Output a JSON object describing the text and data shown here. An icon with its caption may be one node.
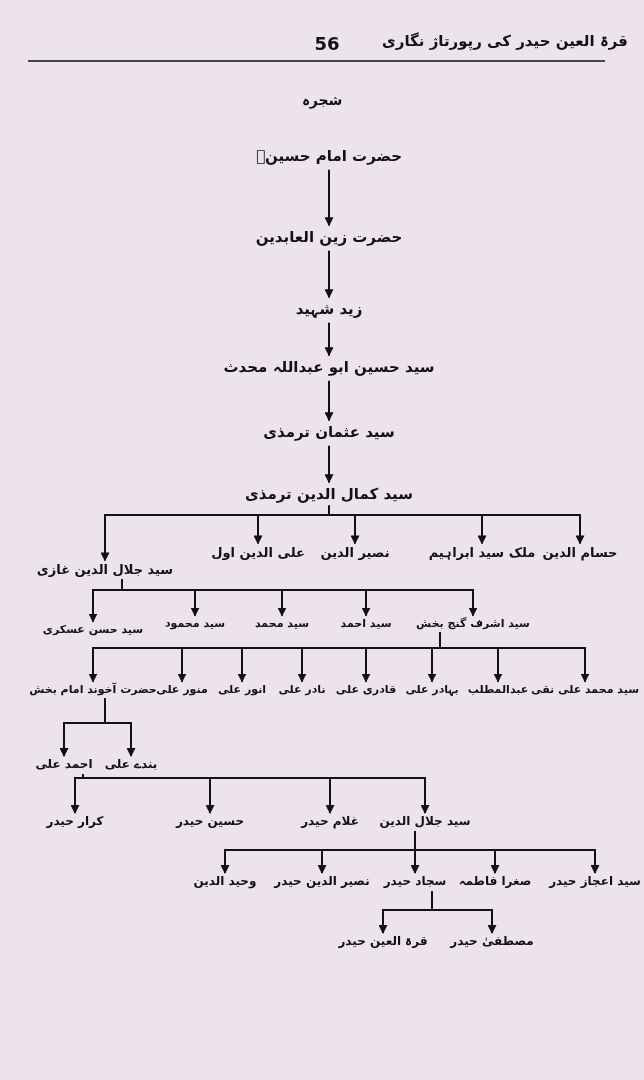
{
  "diagram": {
    "title": "شجرہ",
    "nodes": [
      {
        "text": [
          "حضرت امام حسینؓ"
        ]
      },
      {
        "text": [
          "حضرت زین العابدین"
        ]
      },
      {
        "text": [
          "زید شہید"
        ]
      },
      {
        "text": [
          "سید حسین ابو عبداللہ محدث"
        ]
      },
      {
        "text": [
          "سید عثمان ترمذی"
        ]
      },
      {
        "text": [
          "سید کمال الدین ترمذی"
        ]
      },
      {
        "text": [
          "حسام الدین"
        ]
      },
      {
        "text": [
          "ملک سید ابراہیم"
        ]
      },
      {
        "text": [
          "نصیر الدین"
        ]
      },
      {
        "text": [
          "علی الدین اول"
        ]
      },
      {
        "text": [
          "سید جلال الدین غازی"
        ]
      },
      {
        "text": [
          "سید اشرف گنج بخش"
        ]
      },
      {
        "text": [
          "سید احمد"
        ]
      },
      {
        "text": [
          "سید محمد"
        ]
      },
      {
        "text": [
          "سید محمود"
        ]
      },
      {
        "text": [
          "سید حسن عسکری"
        ]
      },
      {
        "text": [
          "سید محمد علی نقی"
        ]
      },
      {
        "text": [
          "عبدالمطلب"
        ]
      },
      {
        "text": [
          "بہادر علی"
        ]
      },
      {
        "text": [
          "قادری علی"
        ]
      },
      {
        "text": [
          "نادر علی"
        ]
      },
      {
        "text": [
          "انور علی"
        ]
      },
      {
        "text": [
          "منور علی"
        ]
      },
      {
        "text": [
          "حضرت آخوند امام بخش"
        ]
      },
      {
        "text": [
          "بندے علی"
        ]
      },
      {
        "text": [
          "احمد علی"
        ]
      },
      {
        "text": [
          "سید جلال الدین"
        ]
      },
      {
        "text": [
          "غلام حیدر"
        ]
      },
      {
        "text": [
          "حسین حیدر"
        ]
      },
      {
        "text": [
          "کرار حیدر"
        ]
      },
      {
        "text": [
          "سید اعجاز حیدر"
        ]
      },
      {
        "text": [
          "صغرا فاطمہ"
        ]
      },
      {
        "text": [
          "سجاد حیدر"
        ]
      },
      {
        "text": [
          "نصیر الدین حیدر"
        ]
      },
      {
        "text": [
          "وحید الدین"
        ]
      },
      {
        "text": [
          "مصطفیٰ حیدر"
        ]
      },
      {
        "text": [
          "قرۃ العین حیدر"
        ]
      }
    ],
    "edges": [
      {
        "from": 0,
        "to": 1,
        "arrow": "to"
      },
      {
        "from": 1,
        "to": 2,
        "arrow": "to"
      },
      {
        "from": 2,
        "to": 3,
        "arrow": "to"
      },
      {
        "from": 3,
        "to": 4,
        "arrow": "to"
      },
      {
        "from": 4,
        "to": 5,
        "arrow": "to"
      },
      {
        "from": 5,
        "to": 6,
        "arrow": "to"
      },
      {
        "from": 5,
        "to": 7,
        "arrow": "to"
      },
      {
        "from": 5,
        "to": 8,
        "arrow": "to"
      },
      {
        "from": 5,
        "to": 9,
        "arrow": "to"
      },
      {
        "from": 5,
        "to": 10,
        "arrow": "to"
      },
      {
        "from": 10,
        "to": 11,
        "arrow": "to"
      },
      {
        "from": 10,
        "to": 12,
        "arrow": "to"
      },
      {
        "from": 10,
        "to": 13,
        "arrow": "to"
      },
      {
        "from": 10,
        "to": 14,
        "arrow": "to"
      },
      {
        "from": 10,
        "to": 15,
        "arrow": "to"
      },
      {
        "from": 11,
        "to": 16,
        "arrow": "to"
      },
      {
        "from": 11,
        "to": 17,
        "arrow": "to"
      },
      {
        "from": 11,
        "to": 18,
        "arrow": "to"
      },
      {
        "from": 11,
        "to": 19,
        "arrow": "to"
      },
      {
        "from": 11,
        "to": 20,
        "arrow": "to"
      },
      {
        "from": 11,
        "to": 21,
        "arrow": "to"
      },
      {
        "from": 11,
        "to": 22,
        "arrow": "to"
      },
      {
        "from": 11,
        "to": 23,
        "arrow": "to"
      },
      {
        "from": 23,
        "to": 24,
        "arrow": "to"
      },
      {
        "from": 23,
        "to": 25,
        "arrow": "to"
      },
      {
        "from": 25,
        "to": 26,
        "arrow": "to"
      },
      {
        "from": 25,
        "to": 27,
        "arrow": "to"
      },
      {
        "from": 25,
        "to": 28,
        "arrow": "to"
      },
      {
        "from": 25,
        "to": 29,
        "arrow": "to"
      },
      {
        "from": 26,
        "to": 30,
        "arrow": "to"
      },
      {
        "from": 26,
        "to": 31,
        "arrow": "to"
      },
      {
        "from": 26,
        "to": 32,
        "arrow": "to"
      },
      {
        "from": 26,
        "to": 33,
        "arrow": "to"
      },
      {
        "from": 26,
        "to": 34,
        "arrow": "to"
      },
      {
        "from": 32,
        "to": 35,
        "arrow": "to"
      },
      {
        "from": 32,
        "to": 36,
        "arrow": "to"
      }
    ],
    "labels": [
      "قرۃ العین حیدر کی رپورتاژ نگاری",
      "56"
    ]
  }
}
